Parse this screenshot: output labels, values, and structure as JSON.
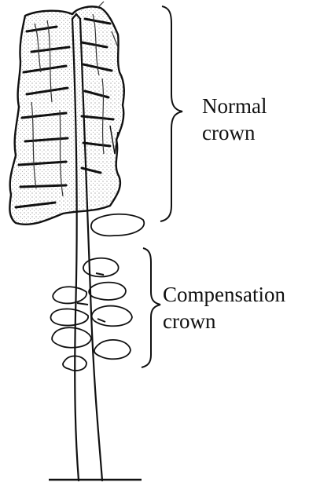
{
  "labels": {
    "normal_crown": {
      "line1": "Normal",
      "line2": "crown"
    },
    "compensation_crown": {
      "line1": "Compensation",
      "line2": "crown"
    }
  },
  "colors": {
    "ink": "#111111",
    "stipple": "#444444",
    "background": "#ffffff"
  }
}
